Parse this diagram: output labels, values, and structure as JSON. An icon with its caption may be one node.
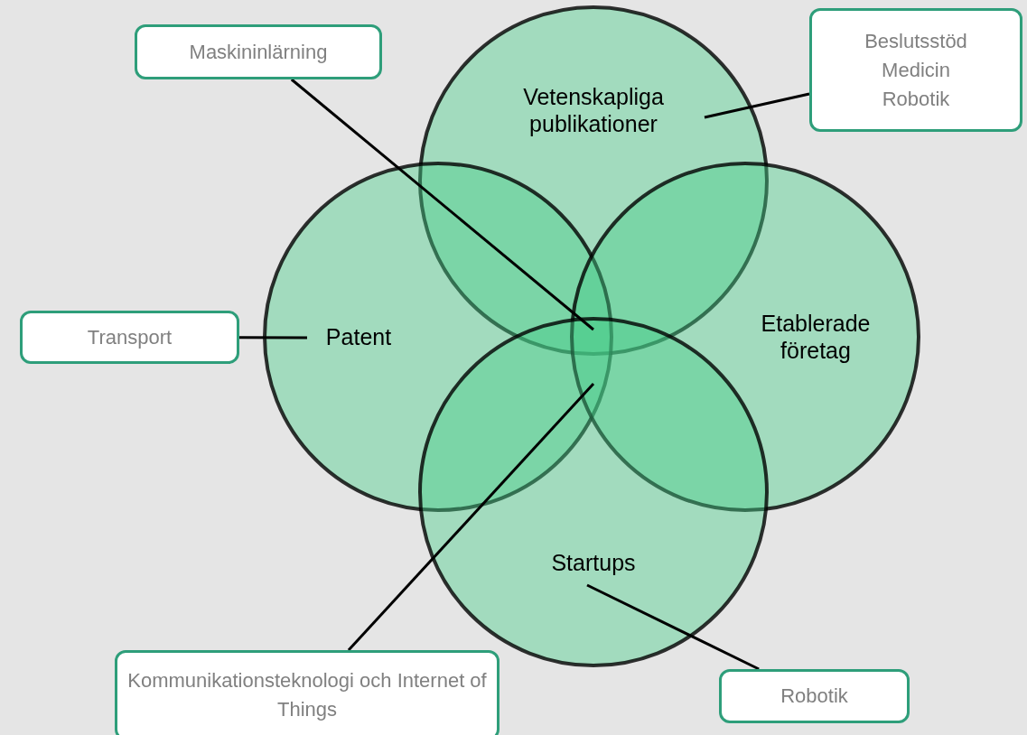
{
  "diagram": {
    "nodes": [
      {
        "text": [
          "Maskininlärning"
        ]
      },
      {
        "text": [
          "Beslutsstöd",
          "Medicin",
          "Robotik"
        ]
      },
      {
        "text": [
          "Vetenskapliga publikationer"
        ]
      },
      {
        "text": [
          "Transport"
        ]
      },
      {
        "text": [
          "Patent"
        ]
      },
      {
        "text": [
          "Etablerade företag"
        ]
      },
      {
        "text": [
          "Startups"
        ]
      },
      {
        "text": [
          "Kommunikationsteknologi och Internet of Things"
        ]
      },
      {
        "text": [
          "Robotik"
        ]
      }
    ],
    "edges": [
      {
        "from": 0,
        "to": 2,
        "arrow": "none"
      },
      {
        "from": 1,
        "to": 2,
        "arrow": "none"
      },
      {
        "from": 3,
        "to": 4,
        "arrow": "none"
      },
      {
        "from": 7,
        "to": 4,
        "arrow": "none"
      },
      {
        "from": 8,
        "to": 6,
        "arrow": "none"
      }
    ]
  }
}
